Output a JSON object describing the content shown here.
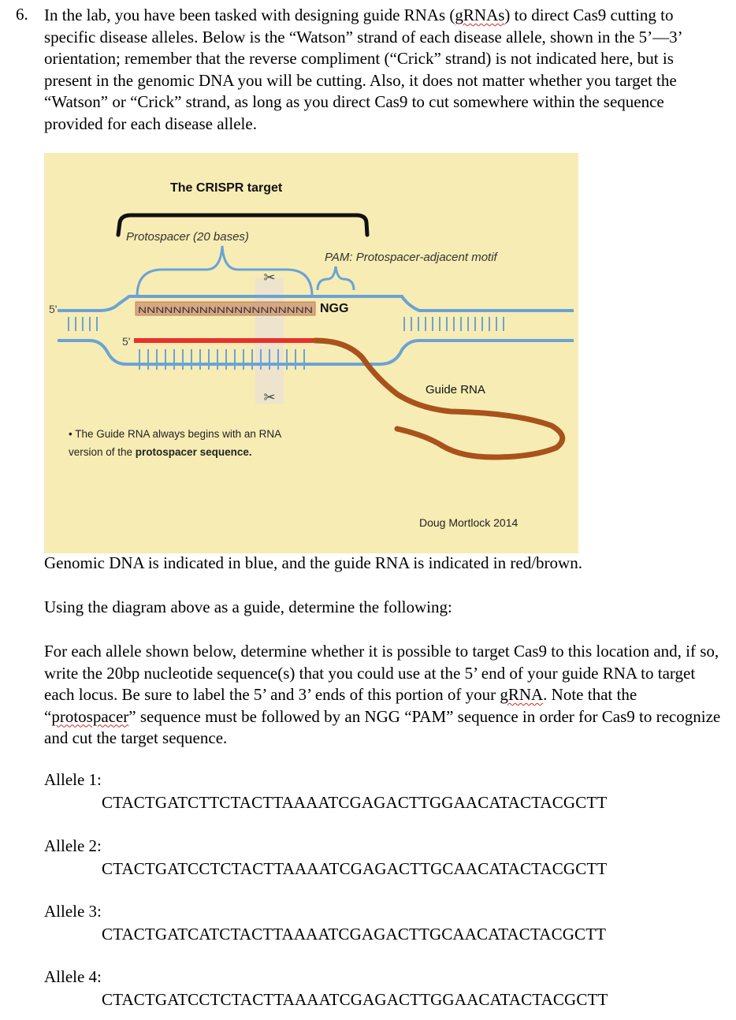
{
  "question": {
    "number": "6.",
    "intro_a": "In the lab, you have been tasked with designing guide RNAs (",
    "intro_term": "gRNAs",
    "intro_b": ") to direct Cas9 cutting to specific disease alleles. Below is the “Watson” strand of each disease allele, shown in the 5’—3’ orientation; remember that the reverse compliment (“Crick” strand) is not indicated here, but is present in the genomic DNA you will be cutting. Also, it does not matter whether you target the “Watson” or “Crick” strand, as long as you direct Cas9 to cut somewhere within the sequence provided for each disease allele."
  },
  "diagram": {
    "title": "The CRISPR target",
    "protospacer_label": "Protospacer (20 bases)",
    "pam_label": "PAM: Protospacer-adjacent motif",
    "five_prime_top": "5'",
    "five_prime_rna": "5'",
    "protospacer_seq": "NNNNNNNNNNNNNNNNNNNN",
    "pam_seq": "NGG",
    "guide_rna_label": "Guide RNA",
    "note_line1": "• The Guide RNA always begins with an RNA",
    "note_line2_a": "version of the ",
    "note_line2_b": "protospacer sequence.",
    "credit": "Doug Mortlock 2014",
    "colors": {
      "background": "#f7ecb4",
      "dna": "#6aa3d6",
      "rna_red": "#e8302a",
      "rna_brown": "#a9521c",
      "protospacer_box": "#d7a683"
    }
  },
  "caption": "Genomic DNA is indicated in blue, and the guide RNA is indicated in red/brown.",
  "instruction": "Using the diagram above as a guide, determine the following:",
  "task": {
    "text_a": "For each allele shown below, determine whether it is possible to target Cas9 to this location and, if so, write the 20bp nucleotide sequence(s) that you could use at the 5’ end of your guide RNA to target each locus. Be sure to label the 5’ and 3’ ends of this portion of your ",
    "term1": "gRNA",
    "text_b": ". Note that the “",
    "term2": "protospacer",
    "text_c": "” sequence must be followed by an NGG “PAM” sequence in order for Cas9 to recognize and cut the target sequence."
  },
  "alleles": [
    {
      "label": "Allele 1:",
      "sequence": "CTACTGATCTTCTACTTAAAATCGAGACTTGGAACATACTACGCTT"
    },
    {
      "label": "Allele 2:",
      "sequence": "CTACTGATCCTCTACTTAAAATCGAGACTTGCAACATACTACGCTT"
    },
    {
      "label": "Allele 3:",
      "sequence": "CTACTGATCATCTACTTAAAATCGAGACTTGCAACATACTACGCTT"
    },
    {
      "label": "Allele 4:",
      "sequence": "CTACTGATCCTCTACTTAAAATCGAGACTTGGAACATACTACGCTT"
    }
  ]
}
